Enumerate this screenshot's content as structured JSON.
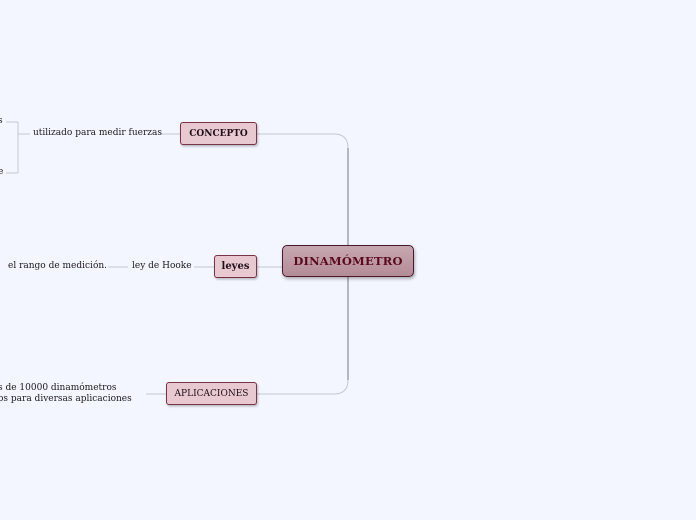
{
  "central": {
    "label": "DINAMÓMETRO"
  },
  "branches": {
    "concepto": {
      "label": "CONCEPTO",
      "child": "utilizado para medir fuerzas",
      "sub_top": "s",
      "sub_bottom": "e"
    },
    "leyes": {
      "label": "leyes",
      "child": "ley de Hooke",
      "sub": "el rango de medición."
    },
    "aplicaciones": {
      "label": "APLICACIONES",
      "line1": "s de 10000 dinamómetros",
      "line2": "os para diversas aplicaciones"
    }
  },
  "colors": {
    "background": "#f3f5ff",
    "central_fill": "#b9939e",
    "central_text": "#5a0a1c",
    "node_fill": "#e8c9d2",
    "node_border": "#7a3343",
    "connector": "#b7bcc4"
  }
}
